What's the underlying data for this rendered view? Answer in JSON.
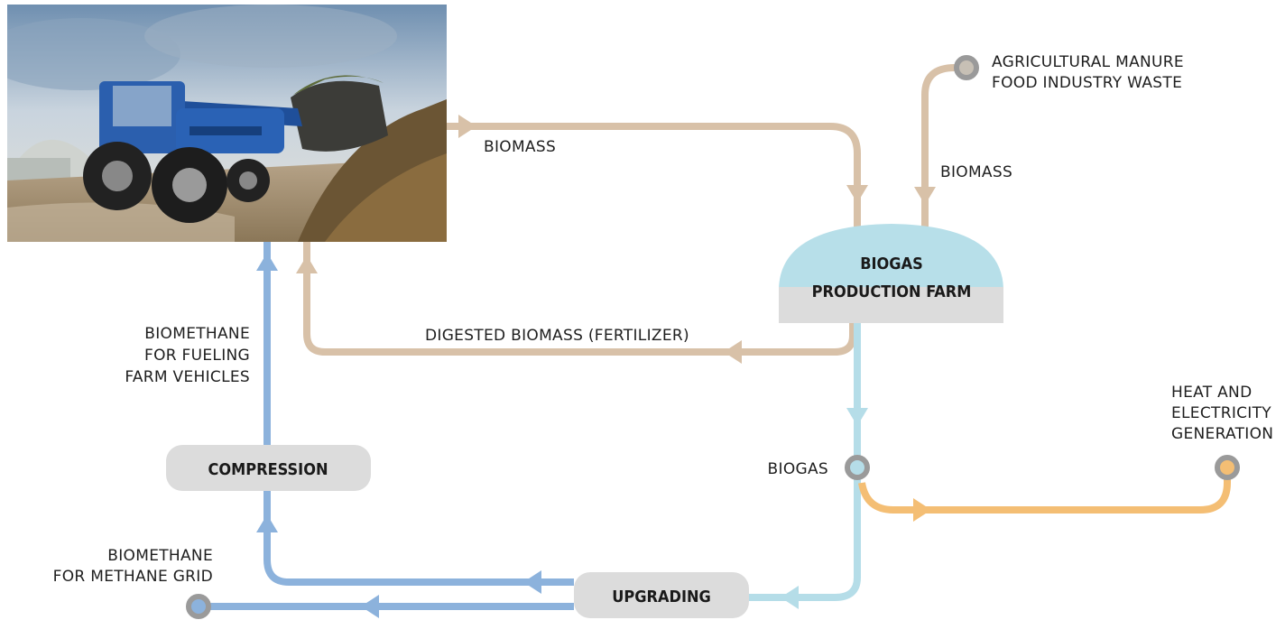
{
  "colors": {
    "biomass_flow": "#d8c1a8",
    "biogas_flow": "#b5dde8",
    "biomethane_flow": "#8cb2dc",
    "energy_flow": "#f4be74",
    "node_gray": "#9a9a9a",
    "box_gray": "#dcdcdc",
    "dome_blue": "#b7dfe9"
  },
  "photo": {
    "icon": "tractor-with-front-loader-photo"
  },
  "labels": {
    "biomass_top": "BIOMASS",
    "biomass_right": "BIOMASS",
    "sources_line1": "AGRICULTURAL MANURE",
    "sources_line2": "FOOD INDUSTRY WASTE",
    "farm_line1": "BIOGAS",
    "farm_line2": "PRODUCTION FARM",
    "digested": "DIGESTED BIOMASS (FERTILIZER)",
    "fuel_line1": "BIOMETHANE",
    "fuel_line2": "FOR FUELING",
    "fuel_line3": "FARM VEHICLES",
    "heat_line1": "HEAT AND",
    "heat_line2": "ELECTRICITY",
    "heat_line3": "GENERATION",
    "biogas": "BIOGAS",
    "compression": "COMPRESSION",
    "upgrading": "UPGRADING",
    "grid_line1": "BIOMETHANE",
    "grid_line2": "FOR METHANE GRID"
  }
}
